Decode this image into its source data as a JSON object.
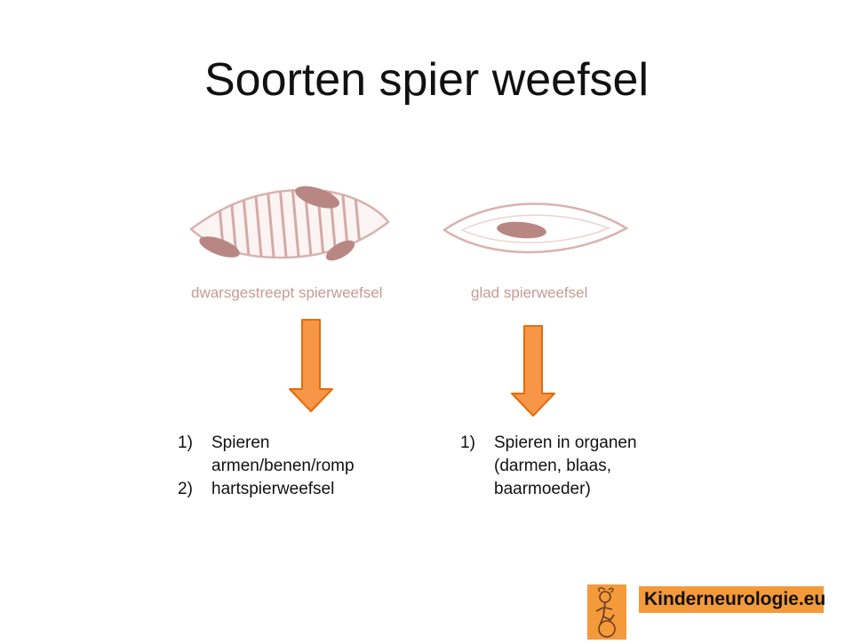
{
  "title": "Soorten spier weefsel",
  "figures": {
    "left": {
      "label": "dwarsgestreept spierweefsel"
    },
    "right": {
      "label": "glad spierweefsel"
    }
  },
  "lists": {
    "left": [
      {
        "num": "1)",
        "text": "Spieren armen/benen/romp"
      },
      {
        "num": "2)",
        "text": "hartspierweefsel"
      }
    ],
    "right": [
      {
        "num": "1)",
        "text": "Spieren in organen (darmen, blaas, baarmoeder)"
      }
    ]
  },
  "logo": {
    "text": "Kinderneurologie.eu"
  },
  "colors": {
    "arrow_fill": "#f79646",
    "arrow_stroke": "#e36c0a",
    "tissue_line": "#d9b3b0",
    "tissue_nucleus": "#b98783",
    "label": "#c79a96",
    "logo_bg": "#f59a3a"
  },
  "icons": [
    "down-arrow-icon",
    "logo-figure-icon"
  ]
}
